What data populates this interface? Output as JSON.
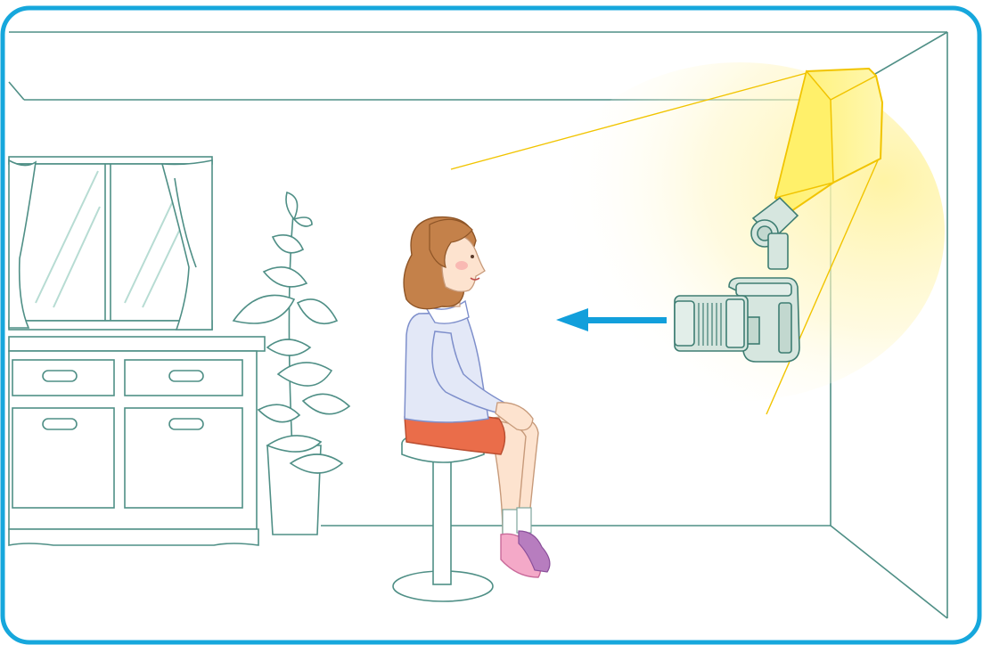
{
  "scene": {
    "type": "illustration",
    "subject": "bounce-flash-photography",
    "elements": [
      "room-frame",
      "window",
      "curtains",
      "cabinet",
      "potted-plant",
      "stool",
      "seated-girl",
      "camera",
      "flash-head",
      "light-beam",
      "direction-arrow"
    ],
    "arrow_direction": "left"
  },
  "colors": {
    "frame_border": "#16a7dc",
    "room_line": "#4f8f86",
    "glass": "#b7dcd3",
    "light": "#ffe85a",
    "light_edge": "#f1c400",
    "camera_body": "#d6e6df",
    "camera_line": "#3e7d72",
    "arrow": "#129fdb",
    "hair": "#c4814a",
    "skin": "#fde3cf",
    "shirt": "#e3e8f7",
    "shirt_line": "#7e8fcb",
    "skirt": "#ea6d4a",
    "shoes": "#f4a9c8",
    "shoes_accent": "#b77dbf",
    "stool": "#ffffff"
  }
}
